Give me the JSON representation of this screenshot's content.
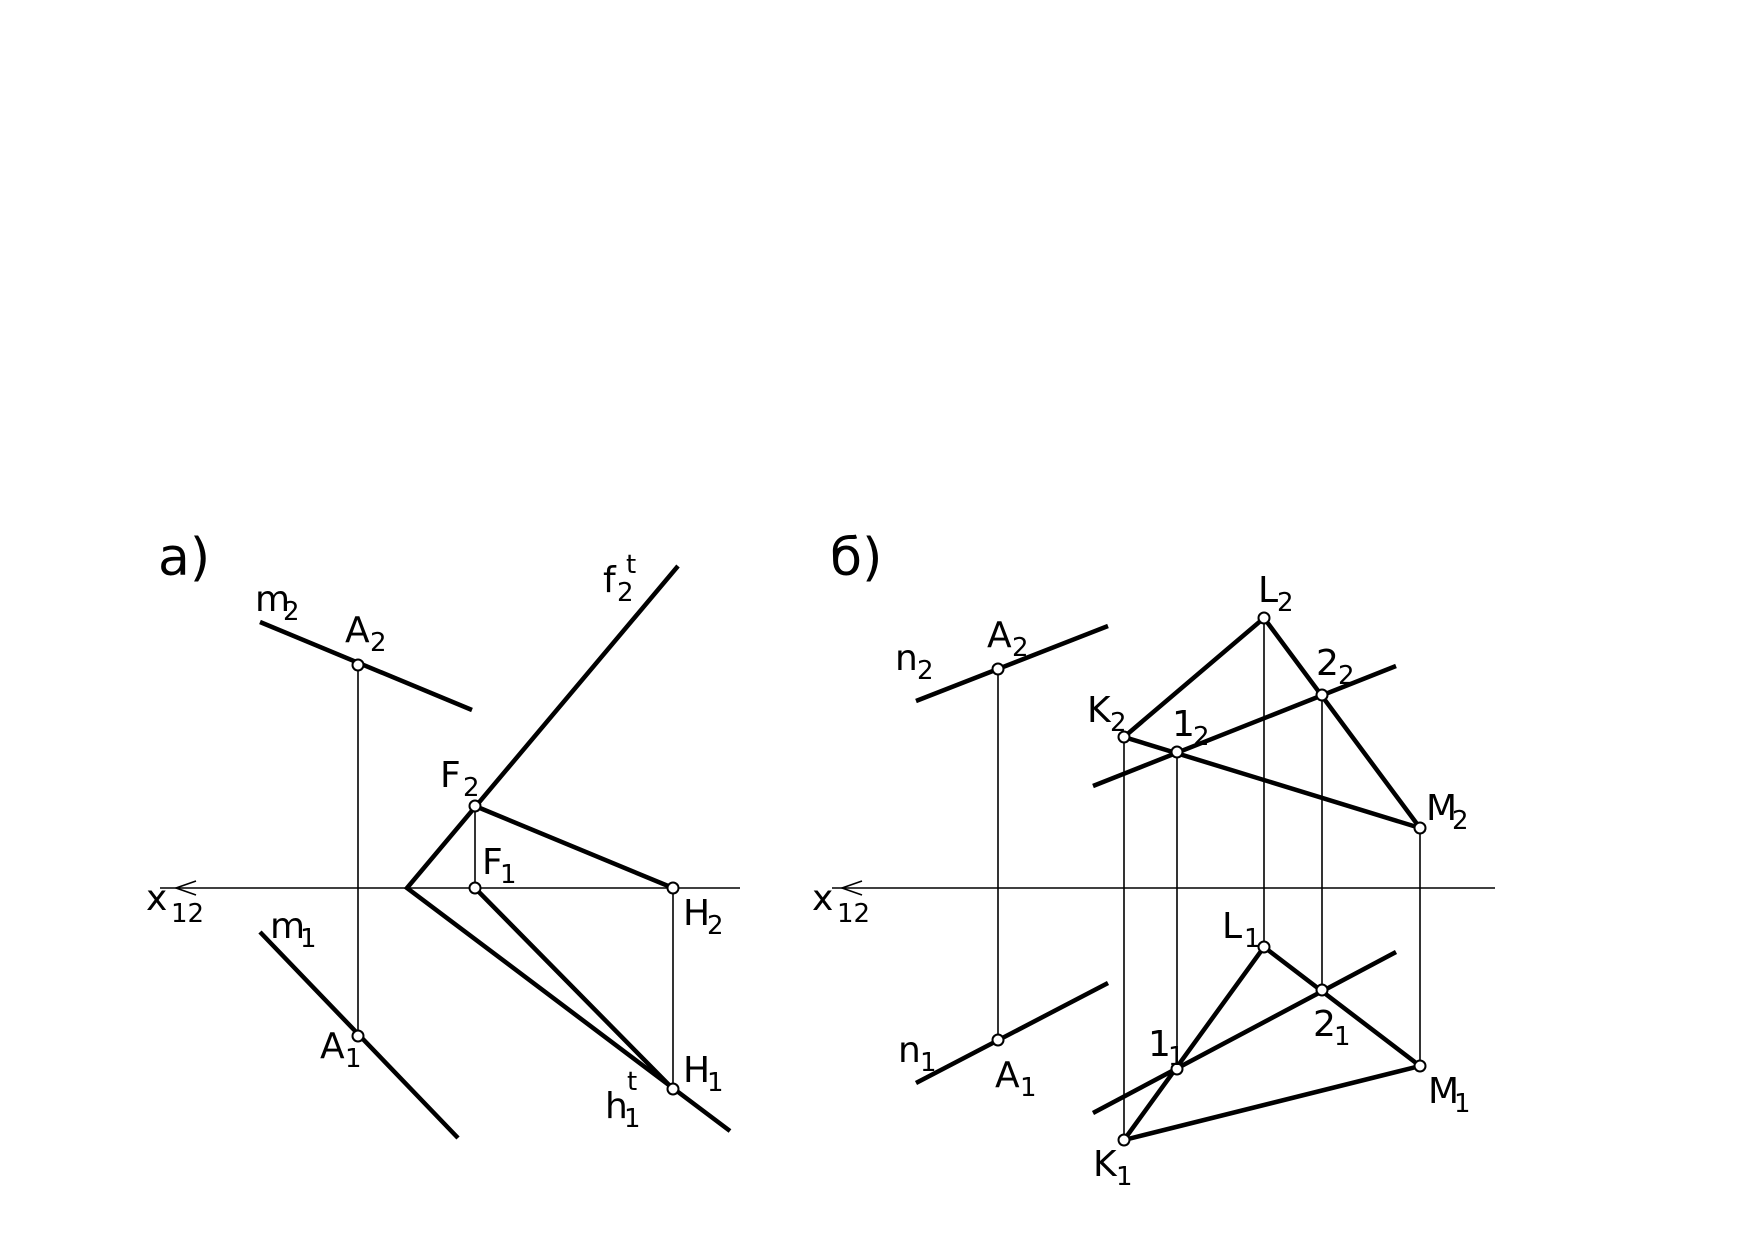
{
  "panel_a": {
    "label": "а)",
    "axis": {
      "main": "x",
      "sub": "12"
    },
    "labels": {
      "m2": {
        "main": "m",
        "sub": "2"
      },
      "a2": {
        "main": "A",
        "sub": "2"
      },
      "f2t": {
        "main": "f",
        "sub": "2",
        "sup": "t"
      },
      "big_f2": {
        "main": "F",
        "sub": "2"
      },
      "big_f1": {
        "main": "F",
        "sub": "1"
      },
      "h2": {
        "main": "H",
        "sub": "2"
      },
      "m1": {
        "main": "m",
        "sub": "1"
      },
      "a1": {
        "main": "A",
        "sub": "1"
      },
      "h1": {
        "main": "H",
        "sub": "1"
      },
      "h1t": {
        "main": "h",
        "sub": "1",
        "sup": "t"
      }
    }
  },
  "panel_b": {
    "label": "б)",
    "axis": {
      "main": "x",
      "sub": "12"
    },
    "labels": {
      "n2": {
        "main": "n",
        "sub": "2"
      },
      "a2": {
        "main": "A",
        "sub": "2"
      },
      "l2": {
        "main": "L",
        "sub": "2"
      },
      "p22": {
        "main": "2",
        "sub": "2"
      },
      "k2": {
        "main": "K",
        "sub": "2"
      },
      "p12": {
        "main": "1",
        "sub": "2"
      },
      "m2": {
        "main": "M",
        "sub": "2"
      },
      "l1": {
        "main": "L",
        "sub": "1"
      },
      "n1": {
        "main": "n",
        "sub": "1"
      },
      "a1": {
        "main": "A",
        "sub": "1"
      },
      "p11": {
        "main": "1",
        "sub": "1"
      },
      "p21": {
        "main": "2",
        "sub": "1"
      },
      "m1": {
        "main": "M",
        "sub": "1"
      },
      "k1": {
        "main": "K",
        "sub": "1"
      }
    }
  }
}
